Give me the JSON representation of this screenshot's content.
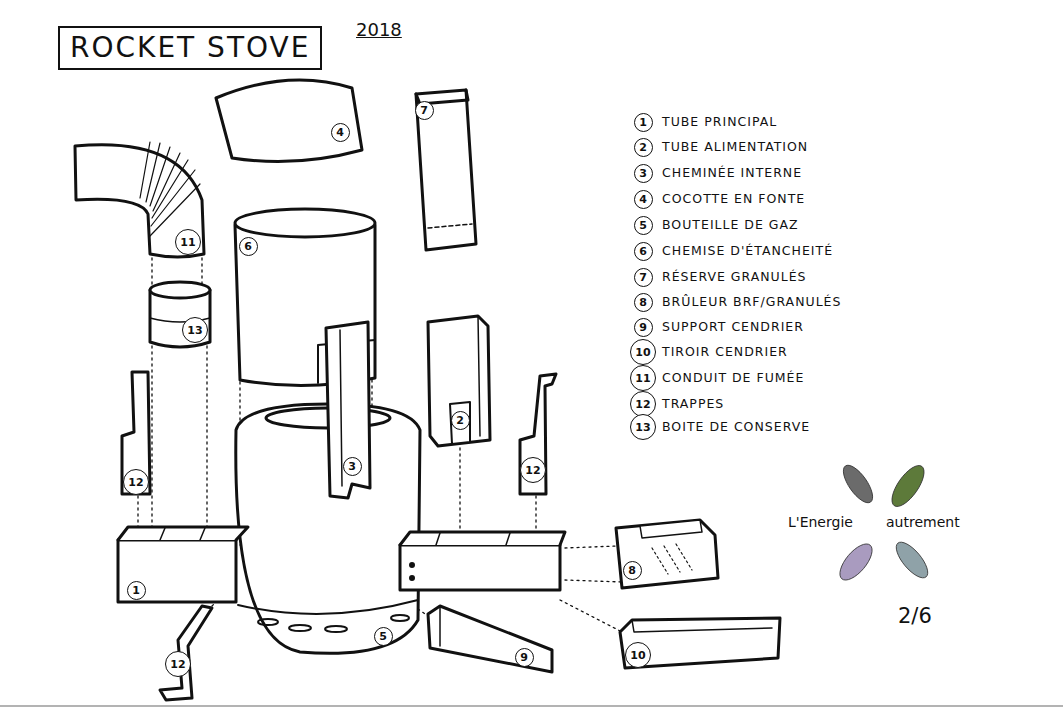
{
  "diagram": {
    "title": "ROCKET STOVE",
    "nodes": [
      {
        "text": [
          "ROCKET STOVE"
        ]
      },
      {
        "text": [
          "4"
        ]
      },
      {
        "text": [
          "7"
        ]
      },
      {
        "text": [
          "11"
        ]
      },
      {
        "text": [
          "6"
        ]
      },
      {
        "text": [
          "13"
        ]
      },
      {
        "text": [
          "3"
        ]
      },
      {
        "text": [
          "2"
        ]
      },
      {
        "text": [
          "12"
        ]
      },
      {
        "text": [
          "12"
        ]
      },
      {
        "text": [
          "1"
        ]
      },
      {
        "text": [
          "8"
        ]
      },
      {
        "text": [
          "5"
        ]
      },
      {
        "text": [
          "9"
        ]
      },
      {
        "text": [
          "10"
        ]
      },
      {
        "text": [
          "12"
        ]
      },
      {
        "text": [
          "1"
        ]
      },
      {
        "text": [
          "2"
        ]
      },
      {
        "text": [
          "3"
        ]
      },
      {
        "text": [
          "4"
        ]
      },
      {
        "text": [
          "5"
        ]
      },
      {
        "text": [
          "6"
        ]
      },
      {
        "text": [
          "7"
        ]
      },
      {
        "text": [
          "8"
        ]
      },
      {
        "text": [
          "9"
        ]
      },
      {
        "text": [
          "10"
        ]
      },
      {
        "text": [
          "11"
        ]
      },
      {
        "text": [
          "12"
        ]
      },
      {
        "text": [
          "13"
        ]
      }
    ],
    "edges": [],
    "labels": [
      "2018",
      "TUBE PRINCIPAL",
      "TUBE ALIMENTATION",
      "CHEMINÉE INTERNE",
      "COCOTTE EN FONTE",
      "BOUTEILLE DE GAZ",
      "CHEMISE D'ÉTANCHEITÉ",
      "RÉSERVE GRANULÉS",
      "BRÛLEUR BRF/GRANULÉS",
      "SUPPORT CENDRIER",
      "TIROIR CENDRIER",
      "CONDUIT DE FUMÉE",
      "TRAPPES",
      "BOITE DE CONSERVE",
      "L'Energie",
      "autrement",
      "2/6"
    ]
  }
}
